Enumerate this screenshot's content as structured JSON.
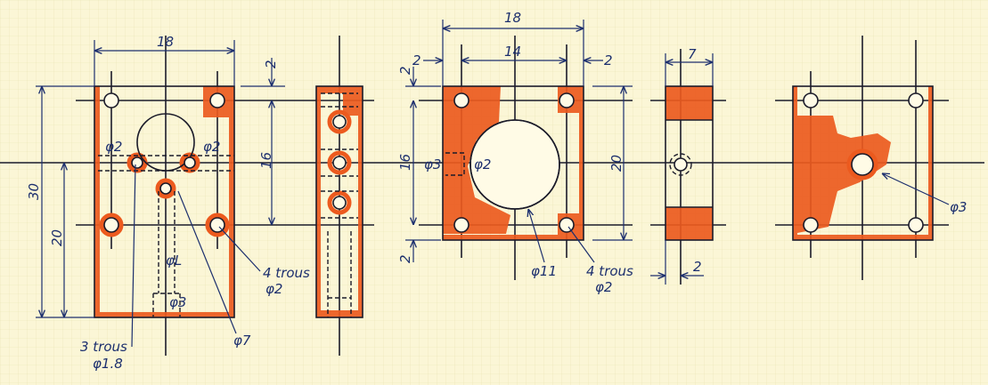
{
  "colors": {
    "paper": "#fbf6d6",
    "grid": "#e6e2b0",
    "fill": "#ec5a1e",
    "ink": "#1c2f6e"
  },
  "view1": {
    "width": "18",
    "top_margin": "2",
    "hole_spacing": "16",
    "height": "30",
    "axis_height": "20",
    "left_hole": "φ2",
    "right_hole": "φ2",
    "channel_dia": "φL",
    "bore_dia": "φ3",
    "four_holes_line1": "4 trous",
    "four_holes_line2": "φ2",
    "big_circle": "φ7",
    "three_holes_line1": "3 trous",
    "three_holes_line2": "φ1.8"
  },
  "view3": {
    "width": "18",
    "hole_spacing": "14",
    "left_margin": "2",
    "right_margin": "2",
    "top_margin": "2",
    "vert_spacing": "16",
    "bottom_margin": "2",
    "height": "20",
    "side_bore": "φ3",
    "side_hole": "φ2",
    "big_hole": "φ11",
    "four_holes_line1": "4 trous",
    "four_holes_line2": "φ2"
  },
  "view4": {
    "thickness": "7",
    "offset": "2"
  },
  "view5": {
    "center_hole": "φ3"
  }
}
